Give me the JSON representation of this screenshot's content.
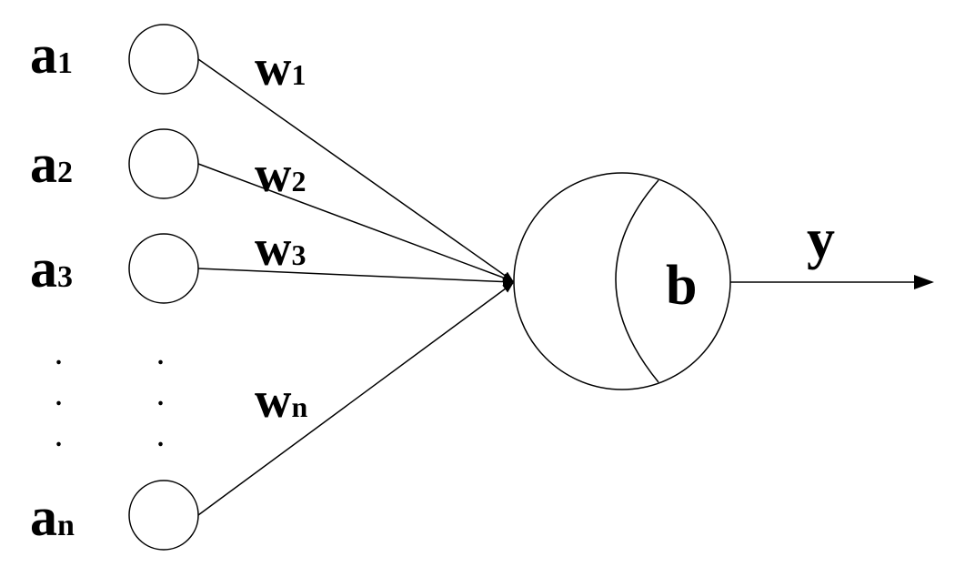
{
  "inputs": [
    {
      "letter": "a",
      "sub": "1"
    },
    {
      "letter": "a",
      "sub": "2"
    },
    {
      "letter": "a",
      "sub": "3"
    },
    {
      "letter": "a",
      "sub": "n"
    }
  ],
  "weights": [
    {
      "letter": "w",
      "sub": "1"
    },
    {
      "letter": "w",
      "sub": "2"
    },
    {
      "letter": "w",
      "sub": "3"
    },
    {
      "letter": "w",
      "sub": "n"
    }
  ],
  "neuron": {
    "bias": "b"
  },
  "output": {
    "label": "y"
  },
  "ellipsis": {
    "dot": "."
  },
  "colors": {
    "ink": "#000000",
    "background": "#ffffff"
  }
}
